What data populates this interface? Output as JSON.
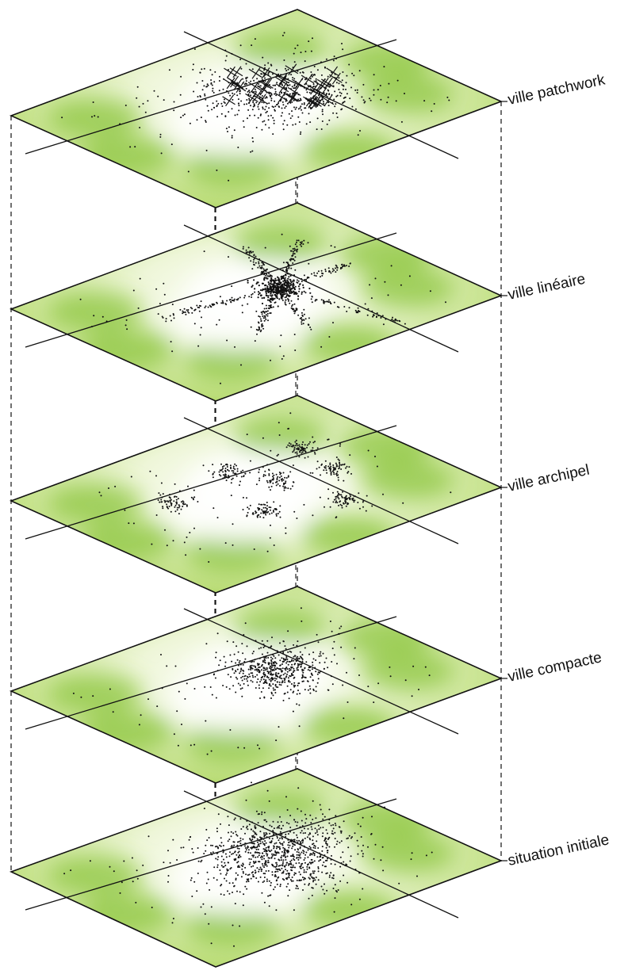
{
  "diagram": {
    "layers": [
      {
        "id": "patchwork",
        "label": "ville patchwork",
        "pattern": "patchwork"
      },
      {
        "id": "lineaire",
        "label": "ville linéaire",
        "pattern": "linear"
      },
      {
        "id": "archipel",
        "label": "ville archipel",
        "pattern": "archipelago"
      },
      {
        "id": "compacte",
        "label": "ville compacte",
        "pattern": "compact"
      },
      {
        "id": "initiale",
        "label": "situation initiale",
        "pattern": "initial"
      }
    ],
    "colors": {
      "land_green": "#8cc63f",
      "land_light": "#e6f2c8",
      "ink": "#111111",
      "background": "#ffffff"
    }
  }
}
